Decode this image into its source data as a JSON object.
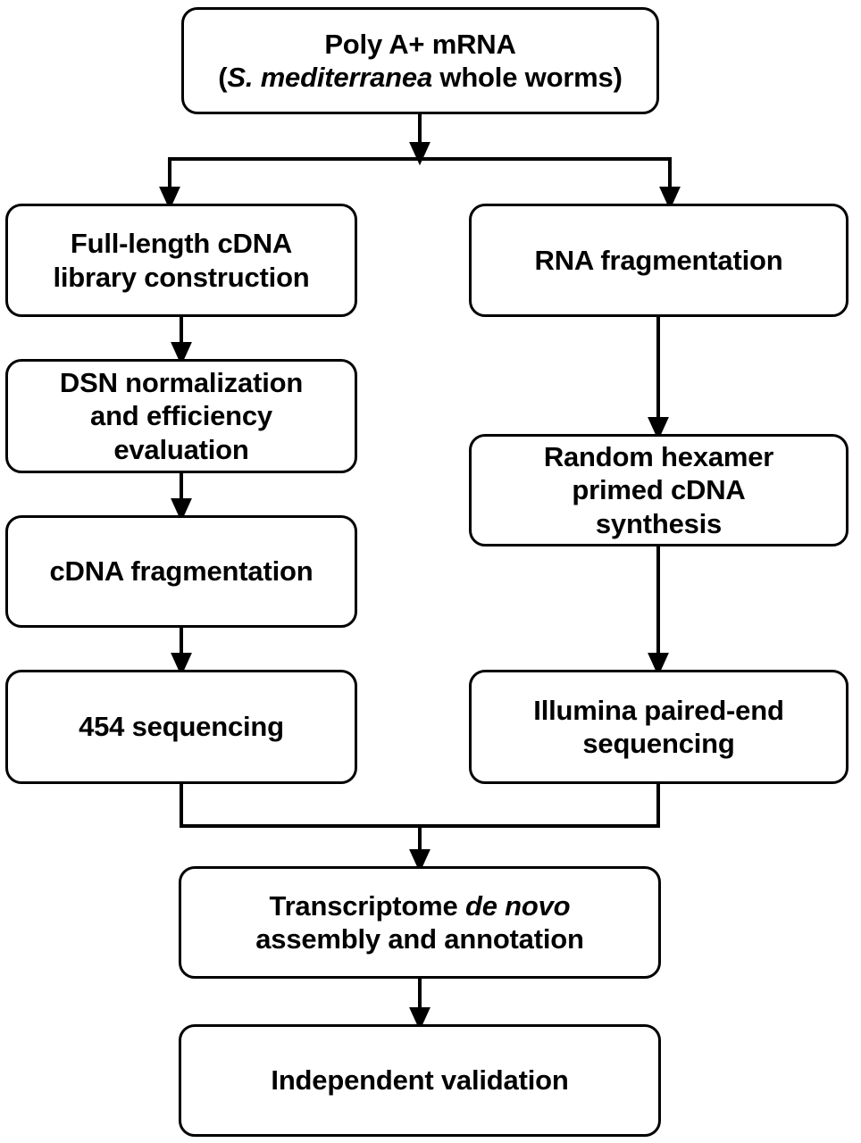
{
  "diagram": {
    "title": "Transcriptome sequencing workflow flowchart",
    "background_color": "#ffffff",
    "line_color": "#000000",
    "box_border_color": "#000000",
    "box_fill_color": "#ffffff",
    "nodes": [
      {
        "id": "poly-a-mrna",
        "line1": "Poly A+ mRNA",
        "line2_pre": "(",
        "line2_italic": "S. mediterranea",
        "line2_post": " whole worms)"
      },
      {
        "id": "full-length-cdna-library-construction",
        "line1": "Full-length cDNA",
        "line2": "library construction"
      },
      {
        "id": "rna-fragmentation",
        "line1": "RNA fragmentation"
      },
      {
        "id": "dsn-normalization",
        "line1": "DSN normalization",
        "line2": "and efficiency",
        "line3": "evaluation"
      },
      {
        "id": "random-hexamer-primed-cdna-synthesis",
        "line1": "Random hexamer",
        "line2": "primed cDNA",
        "line3": "synthesis"
      },
      {
        "id": "cdna-fragmentation",
        "line1": "cDNA fragmentation"
      },
      {
        "id": "454-sequencing",
        "line1": "454 sequencing"
      },
      {
        "id": "illumina-paired-end-sequencing",
        "line1": "Illumina paired-end",
        "line2": "sequencing"
      },
      {
        "id": "transcriptome-de-novo-assembly",
        "line1_pre": "Transcriptome ",
        "line1_italic": "de novo",
        "line2": "assembly and annotation"
      },
      {
        "id": "independent-validation",
        "line1": "Independent validation"
      }
    ]
  }
}
